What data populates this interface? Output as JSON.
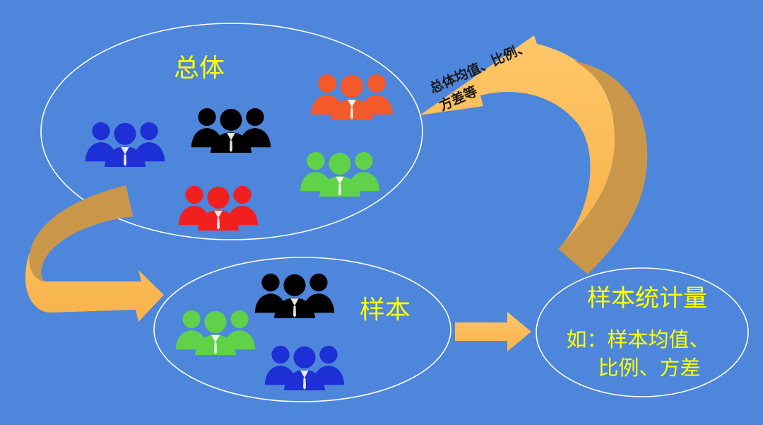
{
  "population": {
    "title": "总体"
  },
  "sample": {
    "title": "样本"
  },
  "statistic": {
    "title": "样本统计量",
    "line1": "如：样本均值、",
    "line2": "比例、方差"
  },
  "return_arrow": {
    "line1": "总体均值、比例、",
    "line2": "方差等"
  },
  "colors": {
    "background": "#4d86db",
    "label": "#ffff00",
    "arrow": "#c9964a",
    "blue_group": "#1f2fd6",
    "black_group": "#000000",
    "orange_group": "#f2592b",
    "green_group": "#5fd24a",
    "red_group": "#f21f1f"
  }
}
